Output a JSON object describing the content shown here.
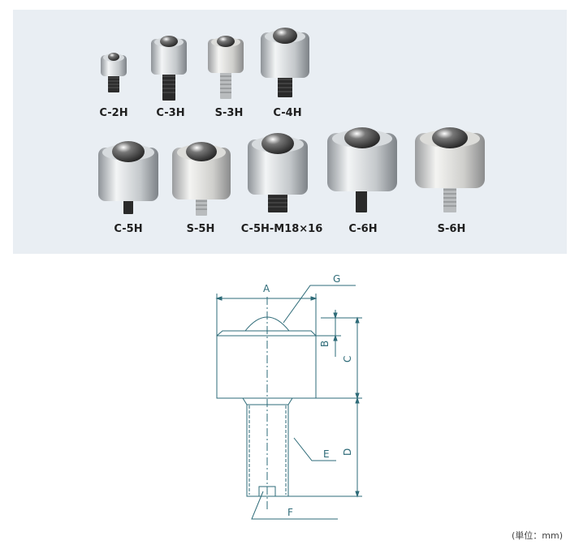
{
  "products": [
    {
      "id": "c2h",
      "label": "C-2H"
    },
    {
      "id": "c3h",
      "label": "C-3H"
    },
    {
      "id": "s3h",
      "label": "S-3H"
    },
    {
      "id": "c4h",
      "label": "C-4H"
    },
    {
      "id": "c5h",
      "label": "C-5H"
    },
    {
      "id": "s5h",
      "label": "S-5H"
    },
    {
      "id": "c5hm",
      "label": "C-5H-M18×16"
    },
    {
      "id": "c6h",
      "label": "C-6H"
    },
    {
      "id": "s6h",
      "label": "S-6H"
    }
  ],
  "diagram": {
    "dims": {
      "A": "A",
      "B": "B",
      "C": "C",
      "D": "D",
      "E": "E",
      "F": "F",
      "G": "G"
    }
  },
  "unit_note": "(単位：mm)"
}
